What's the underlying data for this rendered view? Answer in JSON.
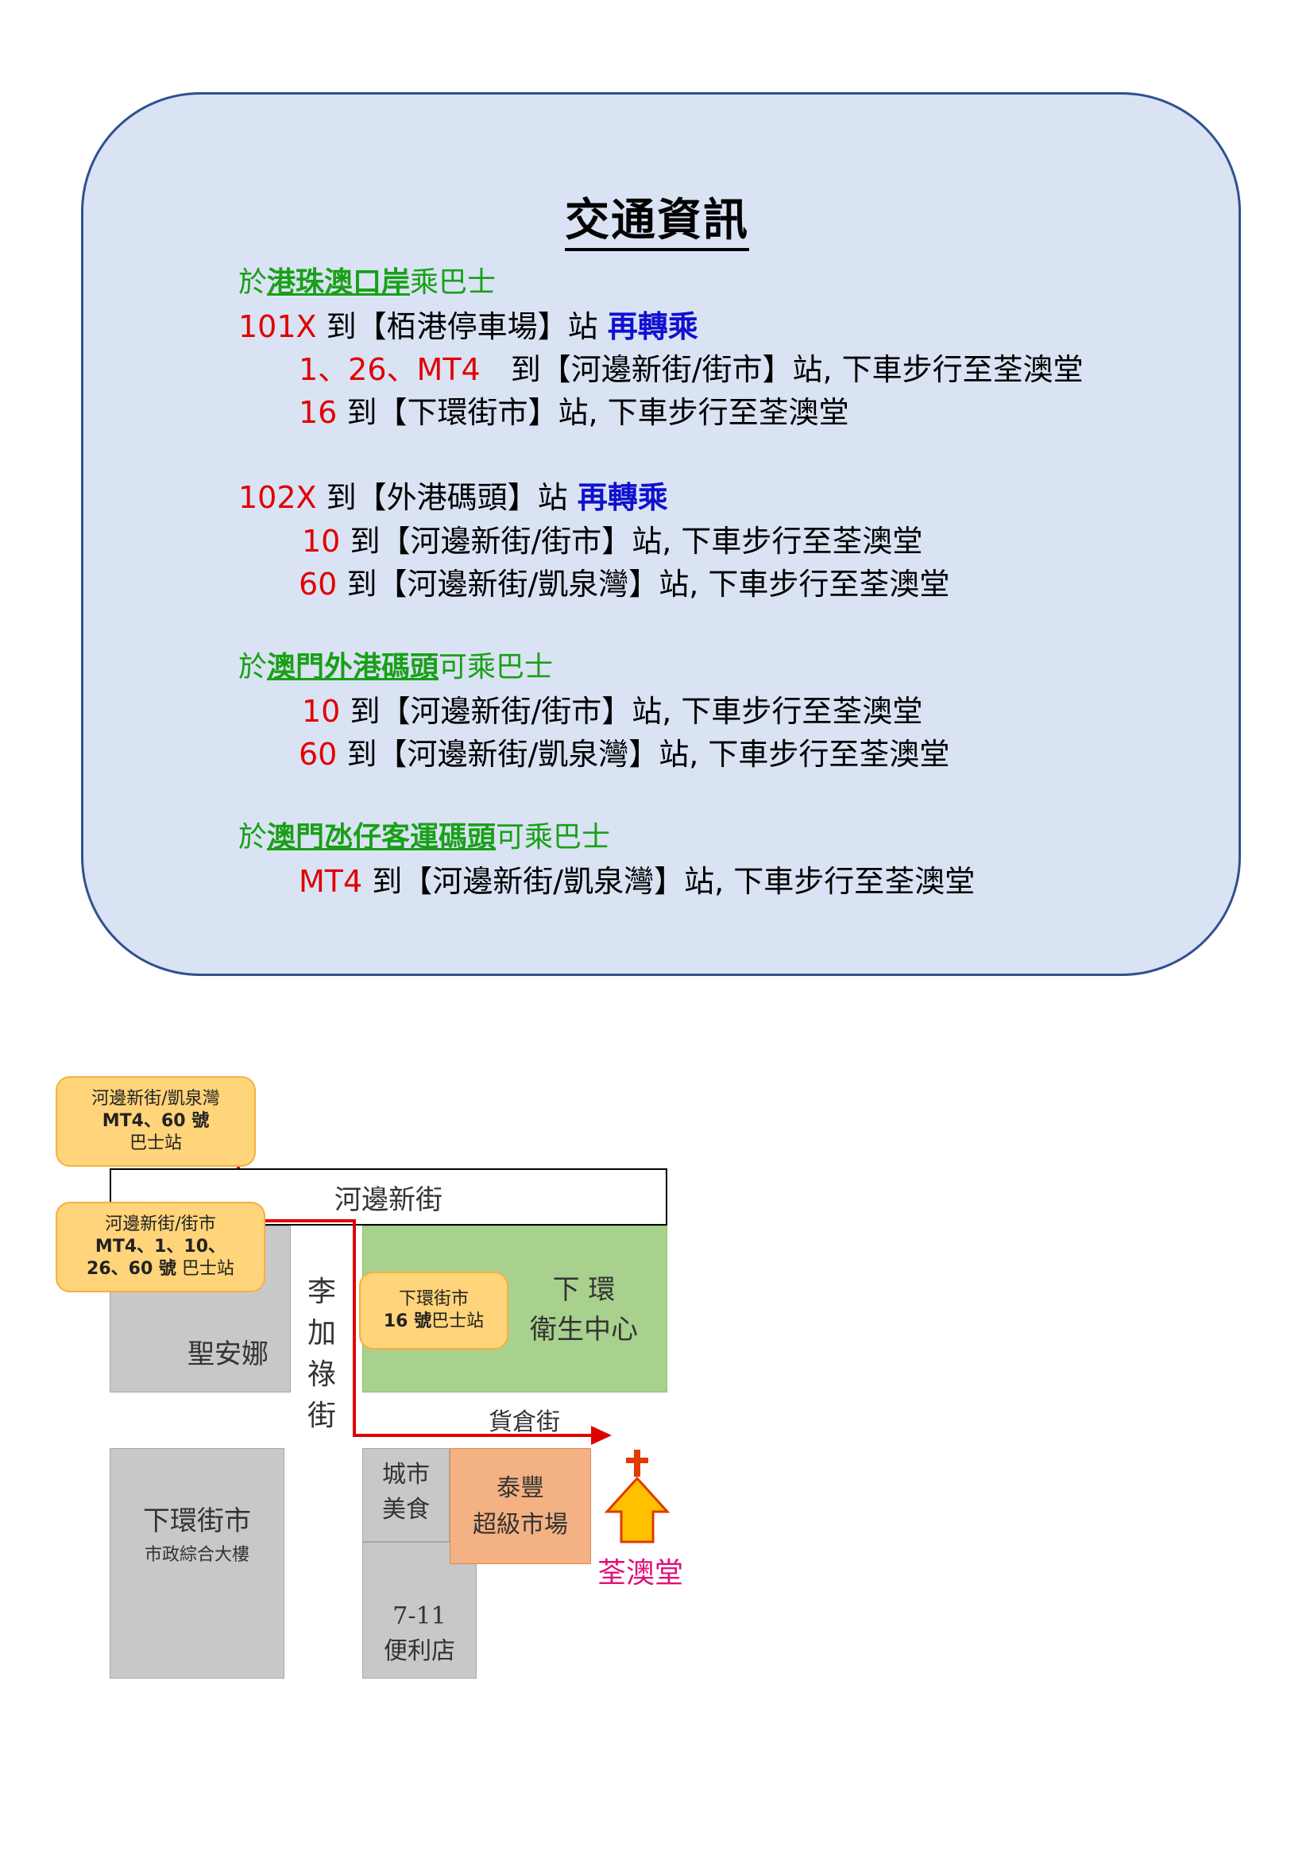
{
  "title": "交通資訊",
  "section1": {
    "prefix": "於",
    "place": "港珠澳口岸",
    "suffix": "乘巴士",
    "route_a": {
      "bus": "101X",
      "text": " 到【栢港停車場】站 ",
      "transfer": "再轉乘"
    },
    "route_a_1": {
      "bus": "1、26、MT4",
      "text": "　到【河邊新街/街市】站, 下車步行至荃澳堂"
    },
    "route_a_2": {
      "bus": "16",
      "text": "  到【下環街市】站, 下車步行至荃澳堂"
    },
    "route_b": {
      "bus": "102X",
      "text": " 到【外港碼頭】站 ",
      "transfer": "再轉乘"
    },
    "route_b_1": {
      "bus": "10",
      "text": " 到【河邊新街/街市】站, 下車步行至荃澳堂"
    },
    "route_b_2": {
      "bus": "60",
      "text": " 到【河邊新街/凱泉灣】站, 下車步行至荃澳堂"
    }
  },
  "section2": {
    "prefix": "於",
    "place": "澳門外港碼頭",
    "suffix": "可乘巴士",
    "route_1": {
      "bus": "10",
      "text": " 到【河邊新街/街市】站, 下車步行至荃澳堂"
    },
    "route_2": {
      "bus": "60",
      "text": " 到【河邊新街/凱泉灣】站, 下車步行至荃澳堂"
    }
  },
  "section3": {
    "prefix": "於",
    "place": "澳門氹仔客運碼頭",
    "suffix": "可乘巴士",
    "route_1": {
      "bus": "MT4",
      "text": " 到【河邊新街/凱泉灣】站, 下車步行至荃澳堂"
    }
  },
  "map": {
    "stop_kaichuen": {
      "line1": "河邊新街/凱泉灣",
      "line2": "MT4、60 號",
      "line3": "巴士站"
    },
    "stop_market": {
      "line1": "河邊新街/街市",
      "line2": "MT4、1、10、",
      "line3": "26、60 號",
      "line3b": " 巴士站"
    },
    "street_main": "河邊新街",
    "street_side": [
      "李",
      "加",
      "祿",
      "街"
    ],
    "st_anna": "聖安娜",
    "stop_lower": {
      "line1": "下環街市",
      "line2": "16 號",
      "line2b": "巴士站"
    },
    "health_center": {
      "line1": "下 環",
      "line2": "衛生中心"
    },
    "warehouse_street": "貨倉街",
    "market_building": {
      "line1": "下環街市",
      "line2": "市政綜合大樓"
    },
    "city_food": {
      "line1": "城市",
      "line2": "美食"
    },
    "taifung": {
      "line1": "泰豐",
      "line2": "超級市場"
    },
    "seven_eleven": {
      "line1": "7-11",
      "line2": "便利店"
    },
    "church": "荃澳堂",
    "colors": {
      "route": "#e00000",
      "church_arrow": "#ffc000",
      "church_label": "#e0107a",
      "park": "#a9d18e",
      "supermarket": "#f4b183"
    }
  }
}
